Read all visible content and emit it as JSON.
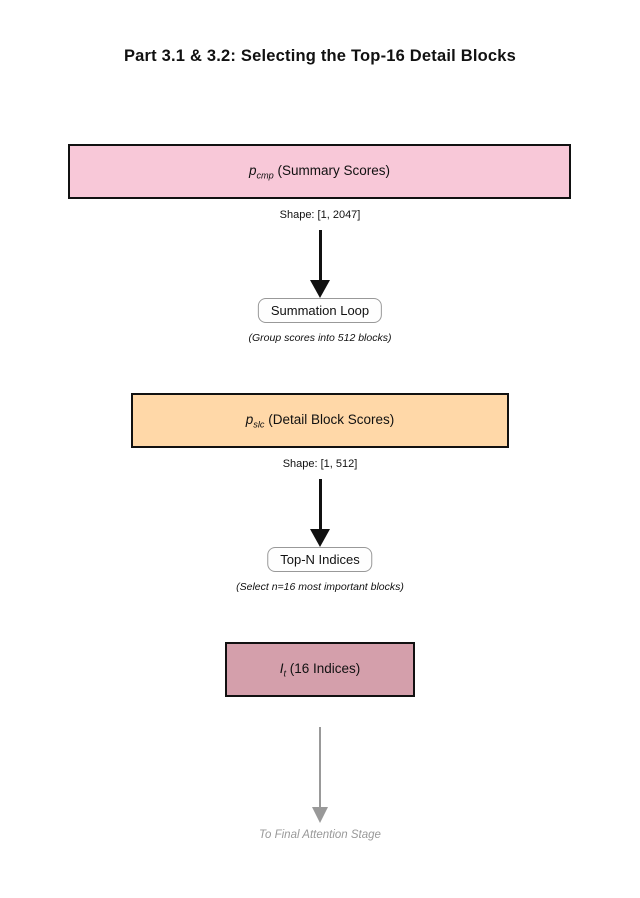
{
  "title": "Part 3.1 & 3.2: Selecting the Top-16 Detail Blocks",
  "colors": {
    "summary_box_fill": "#f8c8d8",
    "detail_box_fill": "#ffd8a8",
    "indices_box_fill": "#d49fab",
    "box_border": "#111111",
    "process_border": "#999999",
    "muted_gray": "#999999"
  },
  "nodes": {
    "summary_scores": {
      "symbol": "p",
      "subscript": "cmp",
      "label": " (Summary Scores)",
      "shape_caption": "Shape: [1, 2047]"
    },
    "summation_loop": {
      "label": "Summation Loop",
      "note": "(Group scores into 512 blocks)"
    },
    "detail_block_scores": {
      "symbol": "p",
      "subscript": "slc",
      "label": " (Detail Block Scores)",
      "shape_caption": "Shape: [1, 512]"
    },
    "top_n_indices": {
      "label": "Top-N Indices",
      "note": "(Select n=16 most important blocks)"
    },
    "selected_indices": {
      "symbol": "I",
      "subscript": "t",
      "label": " (16 Indices)"
    },
    "final_stage": {
      "label": "To Final Attention Stage"
    }
  }
}
